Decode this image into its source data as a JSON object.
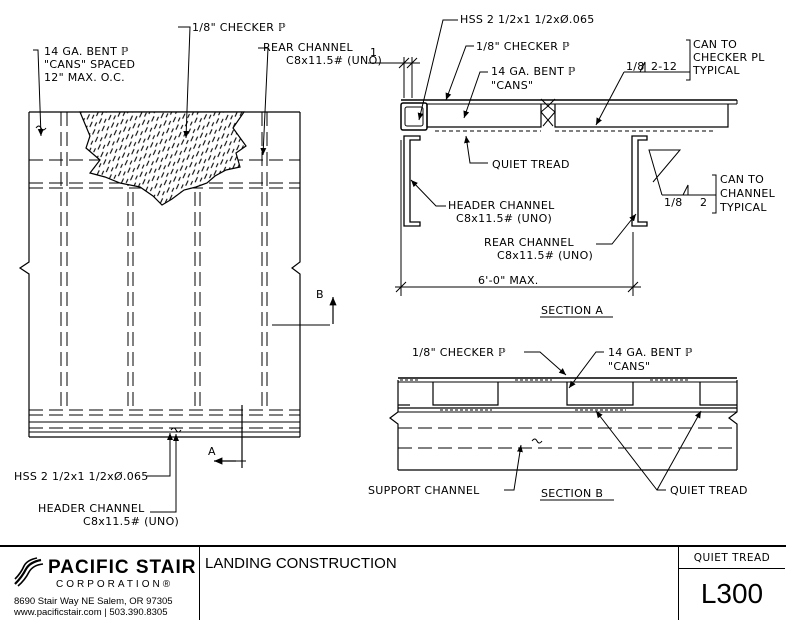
{
  "plan_view": {
    "labels": {
      "checker_plate": "1/8\" CHECKER ℙ",
      "cans_line1": "14 GA. BENT ℙ",
      "cans_line2": "\"CANS\" SPACED",
      "cans_line3": "12\" MAX. O.C.",
      "rear_channel_line1": "REAR CHANNEL",
      "rear_channel_line2": "C8x11.5# (UNO)",
      "hss": "HSS 2 1/2x1 1/2xØ.065",
      "header_channel_line1": "HEADER CHANNEL",
      "header_channel_line2": "C8x11.5# (UNO)",
      "cut_b": "B",
      "cut_a": "A"
    }
  },
  "section_a": {
    "labels": {
      "hss": "HSS 2 1/2x1 1/2xØ.065",
      "checker_plate": "1/8\" CHECKER ℙ",
      "cans_line1": "14 GA. BENT ℙ",
      "cans_line2": "\"CANS\"",
      "weld_top": "1/8",
      "weld_top_spacing": "2-12",
      "weld_top_note_line1": "CAN TO",
      "weld_top_note_line2": "CHECKER PL",
      "weld_top_note_line3": "TYPICAL",
      "quiet_tread": "QUIET TREAD",
      "weld_bottom": "1/8",
      "weld_bottom_spacing": "2",
      "weld_bottom_note_line1": "CAN TO",
      "weld_bottom_note_line2": "CHANNEL",
      "weld_bottom_note_line3": "TYPICAL",
      "header_channel_line1": "HEADER CHANNEL",
      "header_channel_line2": "C8x11.5# (UNO)",
      "rear_channel_line1": "REAR CHANNEL",
      "rear_channel_line2": "C8x11.5# (UNO)",
      "dim_width": "6'-0\" MAX.",
      "dim_small": "1",
      "title": "SECTION A"
    }
  },
  "section_b": {
    "labels": {
      "checker_plate": "1/8\" CHECKER ℙ",
      "cans_line1": "14 GA. BENT ℙ",
      "cans_line2": "\"CANS\"",
      "support_channel": "SUPPORT CHANNEL",
      "quiet_tread": "QUIET TREAD",
      "title": "SECTION B"
    }
  },
  "title_block": {
    "company": "PACIFIC STAIR",
    "company_sub": "CORPORATION®",
    "address": "8690 Stair Way NE Salem, OR 97305",
    "web": "www.pacificstair.com  |  503.390.8305",
    "drawing_title": "LANDING CONSTRUCTION",
    "category": "QUIET TREAD",
    "sheet_number": "L300"
  }
}
